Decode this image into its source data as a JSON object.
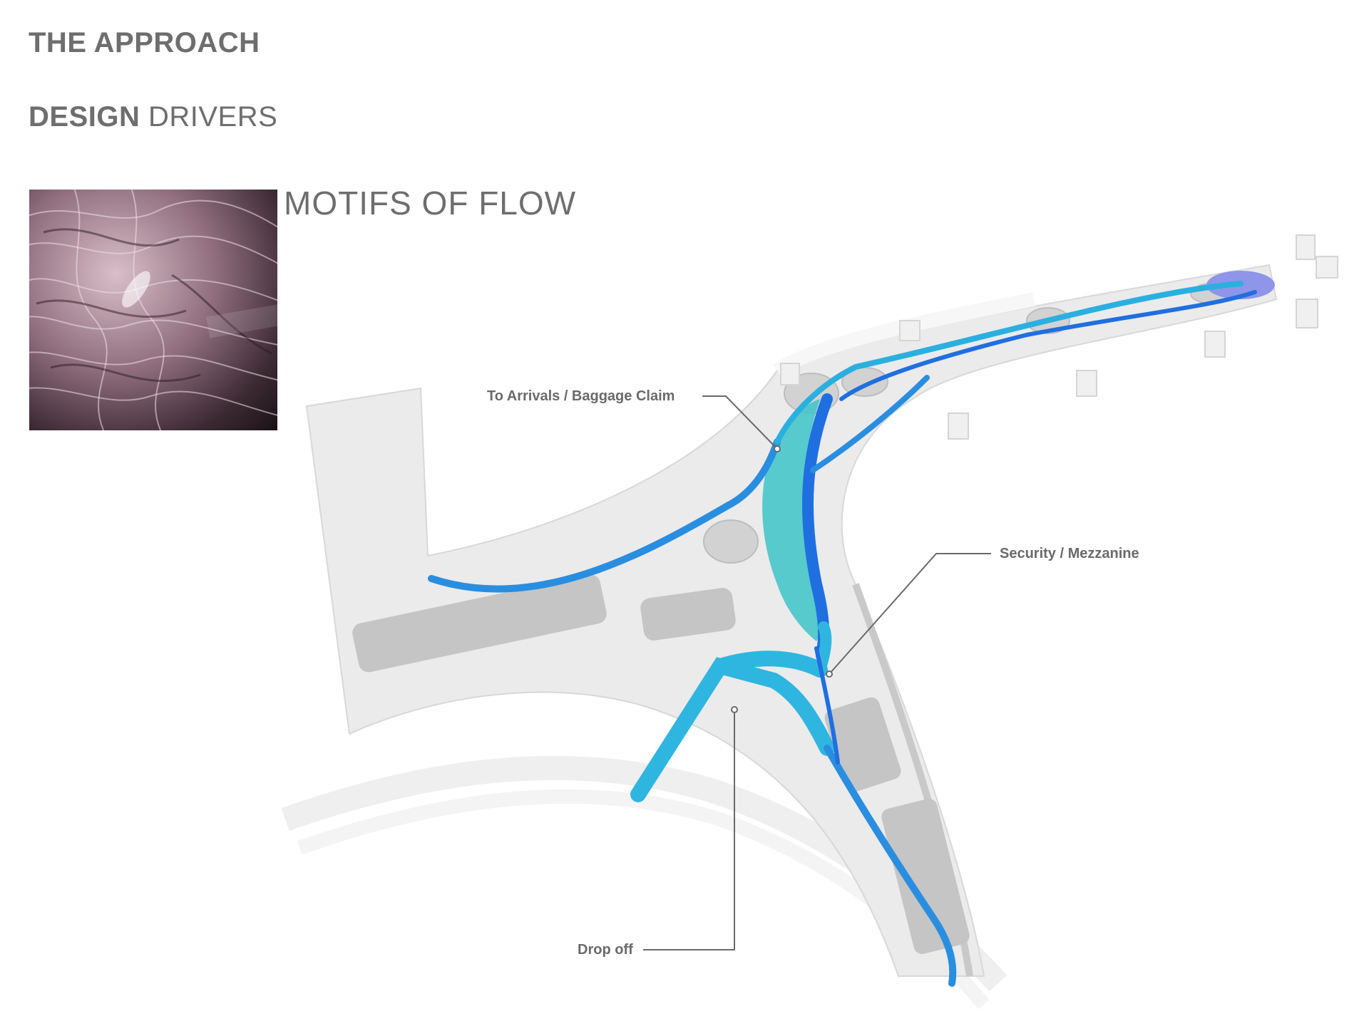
{
  "header": {
    "title": "THE APPROACH",
    "subtitle_bold": "DESIGN",
    "subtitle_light": "DRIVERS"
  },
  "motif": {
    "heading": "MOTIFS OF FLOW"
  },
  "diagram": {
    "callouts": {
      "arrivals": "To Arrivals / Baggage Claim",
      "security": "Security / Mezzanine",
      "dropoff": "Drop off"
    },
    "colors": {
      "flow_light": "#2fb6e0",
      "flow_dark": "#1f6fe0",
      "flow_teal": "#3cc4c8",
      "structure": "#e9e9e9",
      "blocks": "#c4c4c4"
    }
  }
}
